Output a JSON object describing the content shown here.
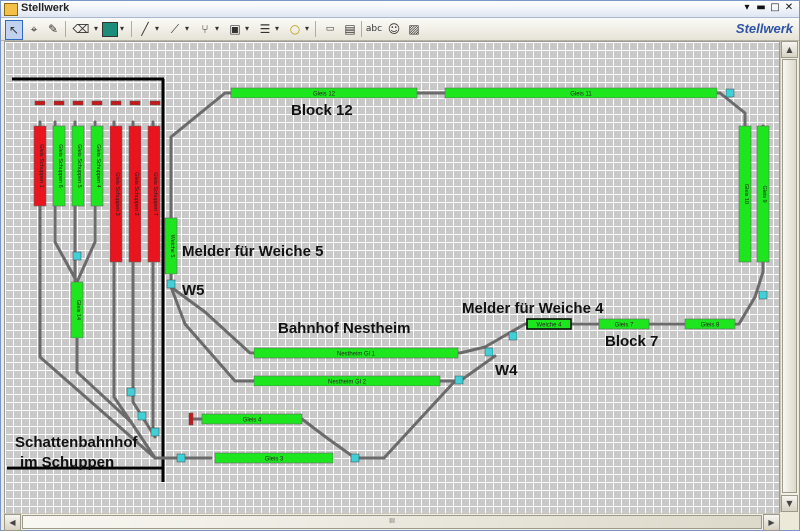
{
  "window": {
    "title": "Stellwerk",
    "brand": "Stellwerk",
    "buttons": {
      "menu": "▾",
      "minimize": "▬",
      "maximize": "□",
      "close": "✕"
    }
  },
  "toolbar": {
    "icons": [
      "pointer-icon",
      "select-icon",
      "pencil-icon",
      "eraser-icon",
      "color-swatch-icon",
      "line-icon",
      "track-icon",
      "switch-icon",
      "block-icon",
      "signal-icon",
      "circle-icon",
      "label-icon",
      "text-icon",
      "palette-icon",
      "image-icon"
    ],
    "swatch_color": "#1c8d7a"
  },
  "labels": {
    "block12": "Block 12",
    "melder_w5": "Melder für Weiche 5",
    "w5": "W5",
    "bahnhof": "Bahnhof Nestheim",
    "melder_w4": "Melder für Weiche 4",
    "w4": "W4",
    "block7": "Block 7",
    "schatten1": "Schattenbahnhof",
    "schatten2": "im Schuppen"
  },
  "tracks": {
    "gleis12": "Gleis 12",
    "gleis11": "Gleis 11",
    "gleis10": "Gleis 10",
    "gleis9": "Gleis 9",
    "weiche5": "Weiche 5",
    "nestheim1": "Nestheim Gl 1",
    "nestheim2": "Nestheim Gl 2",
    "weiche4": "Weiche 4",
    "gleis7": "Gleis 7",
    "gleis8": "Gleis 8",
    "gleis4": "Gleis 4",
    "gleis3": "Gleis 3",
    "gleis14": "Gleis 14",
    "schuppen": [
      "Gleis Schuppen 1",
      "Gleis Schuppen 6",
      "Gleis Schuppen 5",
      "Gleis Schuppen 4",
      "Gleis Schuppen 3",
      "Gleis Schuppen 2",
      "Gleis Schuppen 7"
    ]
  },
  "colors": {
    "free": "#1ee61e",
    "occupied": "#e8141e",
    "switch": "#3fd0d8",
    "rail": "#6e6e6e",
    "wall": "#000000"
  },
  "scroll": {
    "thumb_mark": "III"
  }
}
